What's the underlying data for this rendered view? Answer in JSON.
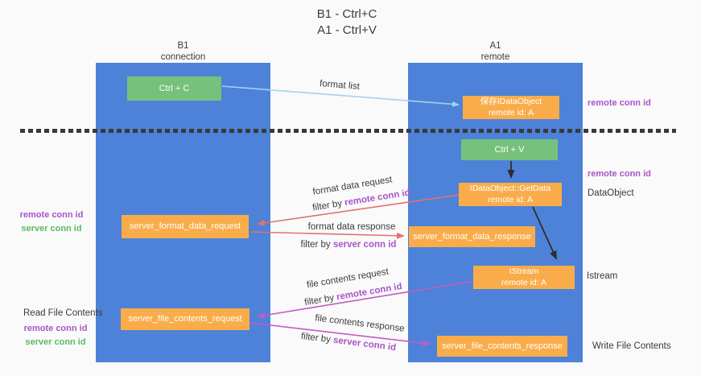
{
  "title": {
    "line1": "B1 - Ctrl+C",
    "line2": "A1 - Ctrl+V"
  },
  "lanes": {
    "left": {
      "title": "B1",
      "subtitle": "connection"
    },
    "right": {
      "title": "A1",
      "subtitle": "remote"
    }
  },
  "nodes": {
    "ctrl_c": {
      "label": "Ctrl + C"
    },
    "save_dataobject": {
      "line1": "保存IDataObject",
      "line2": "remote id: A"
    },
    "ctrl_v": {
      "label": "Ctrl + V"
    },
    "getdata": {
      "line1": "IDataObject::GetData",
      "line2": "remote id: A"
    },
    "format_request": {
      "label": "server_format_data_request"
    },
    "format_response": {
      "label": "server_format_data_response"
    },
    "istream": {
      "line1": "IStream",
      "line2": "remote id: A"
    },
    "file_request": {
      "label": "server_file_contents_request"
    },
    "file_response": {
      "label": "server_file_contents_response"
    }
  },
  "edge_labels": {
    "format_list": "format list",
    "format_data_request": {
      "title": "format data request",
      "filter_prefix": "filter by",
      "filter_key": "remote conn id"
    },
    "format_data_response": {
      "title": "format data response",
      "filter_prefix": "filter by",
      "filter_key": "server conn id"
    },
    "file_contents_request": {
      "title": "file contents request",
      "filter_prefix": "filter by",
      "filter_key": "remote conn id"
    },
    "file_contents_response": {
      "title": "file contents response",
      "filter_prefix": "filter by",
      "filter_key": "server conn id"
    }
  },
  "side_labels": {
    "right_remote_conn_id_1": "remote conn id",
    "right_remote_conn_id_2": "remote conn id",
    "right_dataobject": "DataObject",
    "right_istream": "Istream",
    "right_write_file": "Write File Contents",
    "left_remote_conn_id_1": "remote conn id",
    "left_server_conn_id_1": "server conn id",
    "left_read_file": "Read File Contents",
    "left_remote_conn_id_2": "remote conn id",
    "left_server_conn_id_2": "server conn id"
  },
  "colors": {
    "lane_blue": "#4d82d8",
    "node_orange": "#f9ac49",
    "node_green": "#76c17b",
    "arrow_red": "#e4716f",
    "arrow_magenta": "#c35bc4",
    "arrow_light_blue": "#a5d2f0",
    "arrow_black": "#2d2d2d",
    "label_purple": "#a855c8",
    "label_green": "#5cba62",
    "text_dark": "#3d3d3d",
    "background": "#fafafa"
  }
}
